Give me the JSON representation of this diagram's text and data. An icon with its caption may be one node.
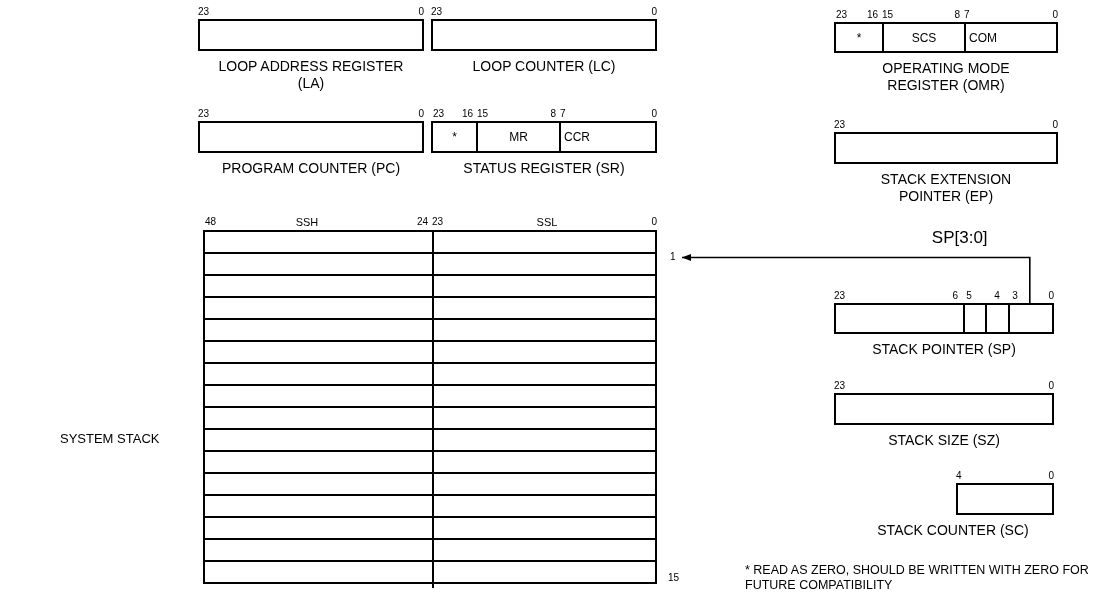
{
  "diagram": {
    "nodes": [
      {
        "text": [
          "LOOP ADDRESS REGISTER (LA)"
        ],
        "beside": [
          "23",
          "0"
        ]
      },
      {
        "text": [
          "LOOP COUNTER (LC)"
        ],
        "beside": [
          "23",
          "0"
        ]
      },
      {
        "text": [
          "*",
          "SCS",
          "COM",
          "OPERATING MODE REGISTER (OMR)"
        ],
        "beside": [
          "23",
          "16",
          "15",
          "8",
          "7",
          "0"
        ]
      },
      {
        "text": [
          "PROGRAM COUNTER (PC)"
        ],
        "beside": [
          "23",
          "0"
        ]
      },
      {
        "text": [
          "*",
          "MR",
          "CCR",
          "STATUS REGISTER (SR)"
        ],
        "beside": [
          "23",
          "16",
          "15",
          "8",
          "7",
          "0"
        ]
      },
      {
        "text": [
          "STACK EXTENSION POINTER (EP)"
        ],
        "beside": [
          "23",
          "0"
        ]
      },
      {
        "text": [
          "SSH",
          "SSL"
        ],
        "beside": [
          "48",
          "24",
          "23",
          "0",
          "15",
          "SYSTEM STACK"
        ]
      },
      {
        "text": [
          "1"
        ]
      },
      {
        "text": [
          "STACK POINTER (SP)"
        ],
        "beside": [
          "23",
          "6",
          "5",
          "4",
          "3",
          "0"
        ]
      },
      {
        "text": [
          "STACK SIZE (SZ)"
        ],
        "beside": [
          "23",
          "0"
        ]
      },
      {
        "text": [
          "STACK COUNTER (SC)"
        ],
        "beside": [
          "4",
          "0"
        ]
      }
    ],
    "edges": [
      {
        "from": 8,
        "to": 7,
        "arrow": "to",
        "label": "SP[3:0]"
      }
    ],
    "labels": [
      "* READ AS ZERO, SHOULD BE WRITTEN WITH ZERO FOR FUTURE COMPATIBILITY"
    ]
  }
}
